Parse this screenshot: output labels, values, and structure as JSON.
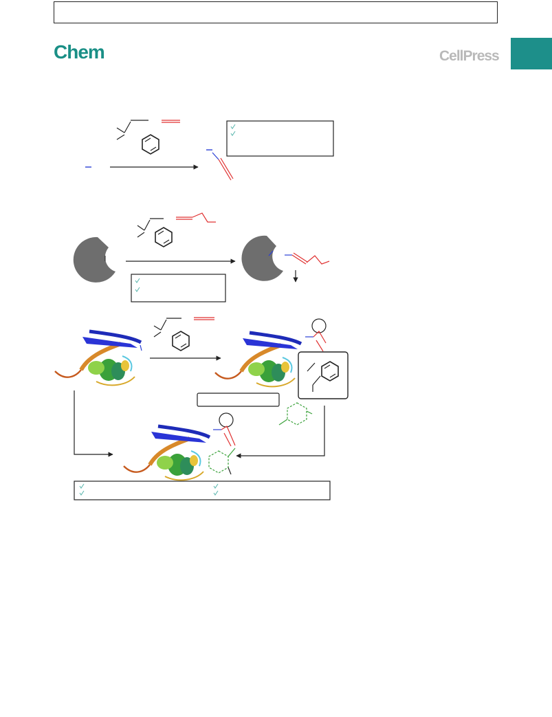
{
  "header": {
    "journal_name": "Chem",
    "publisher_name": "CellPress",
    "tab_color": "#1d8f8a",
    "journal_color": "#1a8f86"
  },
  "figure": {
    "panels": [
      "small-molecule-alkyne-reaction",
      "enzyme-labeling",
      "protein-modification"
    ],
    "colors": {
      "reagent_red": "#e03030",
      "reagent_blue": "#2a3fd6",
      "check_teal": "#5fb8b0",
      "enzyme_gray": "#6e6e6e",
      "aryl_green": "#3aa13a"
    },
    "icons": [
      "enzyme-icon",
      "protein-ribbon-icon",
      "check-icon",
      "reaction-arrow-icon"
    ]
  }
}
